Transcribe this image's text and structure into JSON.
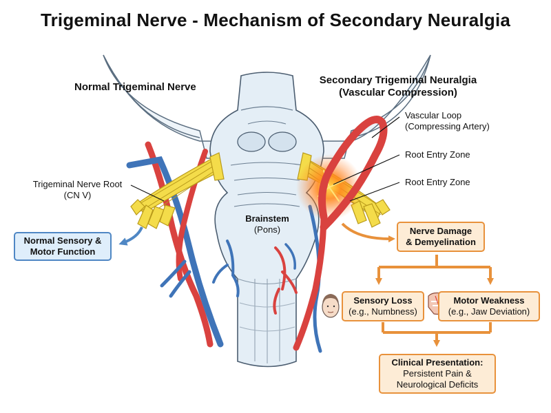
{
  "title": "Trigeminal Nerve - Mechanism of Secondary Neuralgia",
  "labels": {
    "normal_side": "Normal Trigeminal Nerve",
    "secondary_side_line1": "Secondary Trigeminal Neuralgia",
    "secondary_side_line2": "(Vascular Compression)",
    "nerve_root_line1": "Trigeminal Nerve Root",
    "nerve_root_line2": "(CN V)",
    "brainstem_line1": "Brainstem",
    "brainstem_line2": "(Pons)",
    "vascular_loop_line1": "Vascular Loop",
    "vascular_loop_line2": "(Compressing Artery)",
    "root_entry_zone_1": "Root Entry Zone",
    "root_entry_zone_2": "Root Entry Zone"
  },
  "boxes": {
    "normal_function_line1": "Normal Sensory &",
    "normal_function_line2": "Motor Function",
    "nerve_damage_line1": "Nerve Damage",
    "nerve_damage_line2": "& Demyelination",
    "sensory_loss_title": "Sensory Loss",
    "sensory_loss_detail": "(e.g., Numbness)",
    "motor_weakness_title": "Motor Weakness",
    "motor_weakness_detail": "(e.g., Jaw Deviation)",
    "clinical_title": "Clinical Presentation:",
    "clinical_line2": "Persistent Pain &",
    "clinical_line3": "Neurological Deficits"
  },
  "icons": {
    "face": "face-icon",
    "jaw": "jaw-icon"
  },
  "colors": {
    "artery": "#d9423f",
    "vein": "#3f74b8",
    "nerve": "#f4dc4a",
    "brainstem": "#e4eef6",
    "flow_orange": "#e8913b",
    "flow_blue": "#4f87c4",
    "compression_glow": "#ff7a1a"
  }
}
